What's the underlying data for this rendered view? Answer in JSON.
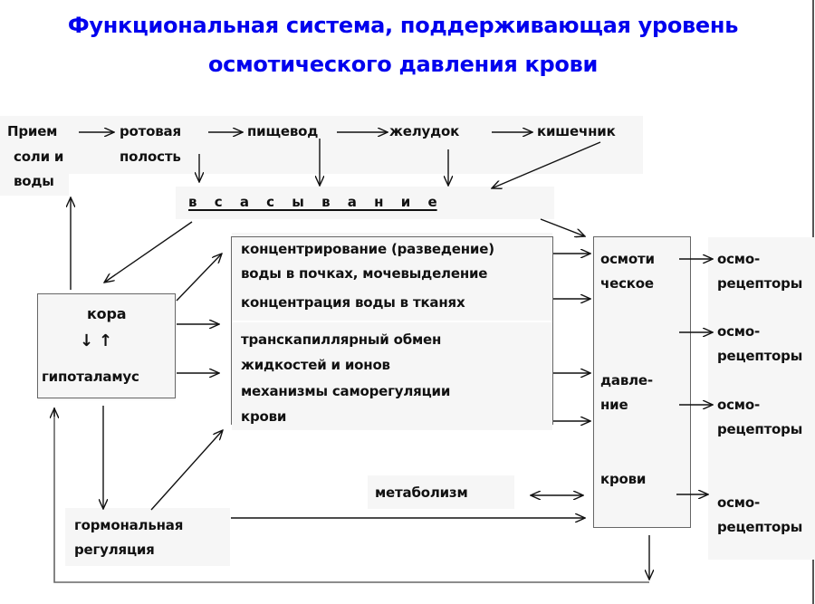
{
  "title": {
    "line1": "Функциональная  система, поддерживающая уровень",
    "line2": "осмотического давления крови",
    "color": "#0000ee"
  },
  "intake_chain": {
    "intake_l1": "Прием",
    "intake_l2": "соли и",
    "intake_l3": "воды",
    "mouth_l1": "ротовая",
    "mouth_l2": "полость",
    "esophagus": "пищевод",
    "stomach": "желудок",
    "intestine": "кишечник"
  },
  "absorption": "в с а с ы в а н и е",
  "brain": {
    "cortex": "кора",
    "arrows": "↓ ↑",
    "hypothalamus": "гипоталамус"
  },
  "mechanisms": {
    "line1": "концентрирование (разведение)",
    "line2": "воды в почках, мочевыделение",
    "line3": "концентрация воды в тканях",
    "line4": "транскапиллярный обмен",
    "line5": "жидкостей и ионов",
    "line6": "механизмы саморегуляции",
    "line7": "крови"
  },
  "pressure": {
    "line1": "осмоти",
    "line2": "ческое",
    "line3": "давле-",
    "line4": "ние",
    "line5": "крови"
  },
  "receptors": [
    {
      "l1": "осмо-",
      "l2": "рецепторы"
    },
    {
      "l1": "осмо-",
      "l2": "рецепторы"
    },
    {
      "l1": "осмо-",
      "l2": "рецепторы"
    },
    {
      "l1": "осмо-",
      "l2": "рецепторы"
    }
  ],
  "metabolism": "метаболизм",
  "hormonal": {
    "line1": "гормональная",
    "line2": "регуляция"
  }
}
